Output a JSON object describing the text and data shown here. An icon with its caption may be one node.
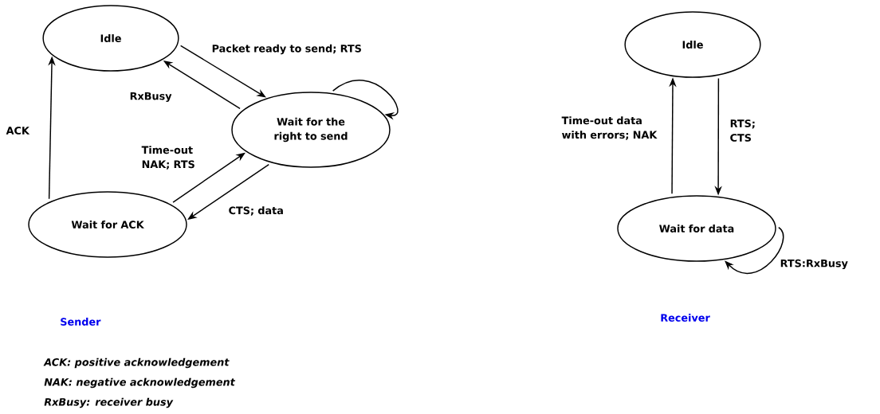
{
  "diagram": {
    "nodes": [
      {
        "text": [
          "Idle"
        ]
      },
      {
        "text": [
          "Wait for the right to send"
        ]
      },
      {
        "text": [
          "Wait for ACK"
        ]
      },
      {
        "text": [
          "Idle"
        ]
      },
      {
        "text": [
          "Wait for data"
        ]
      }
    ],
    "edges": [
      {
        "from": 0,
        "to": 1,
        "arrow": "to",
        "label": "Packet ready to send; RTS"
      },
      {
        "from": 1,
        "to": 0,
        "arrow": "to",
        "label": "RxBusy"
      },
      {
        "from": 1,
        "to": 1,
        "arrow": "to"
      },
      {
        "from": 2,
        "to": 1,
        "arrow": "to",
        "label": "Time-out NAK; RTS"
      },
      {
        "from": 1,
        "to": 2,
        "arrow": "to",
        "label": "CTS; data"
      },
      {
        "from": 2,
        "to": 0,
        "arrow": "to",
        "label": "ACK"
      },
      {
        "from": 4,
        "to": 3,
        "arrow": "to",
        "label": "Time-out data with errors; NAK"
      },
      {
        "from": 3,
        "to": 4,
        "arrow": "to",
        "label": "RTS; CTS"
      },
      {
        "from": 4,
        "to": 4,
        "arrow": "to",
        "label": "RTS:RxBusy"
      }
    ],
    "labels": [
      "Sender",
      "Receiver",
      "ACK: positive acknowledgement",
      "NAK: negative acknowledgement",
      "RxBusy: receiver busy"
    ]
  }
}
